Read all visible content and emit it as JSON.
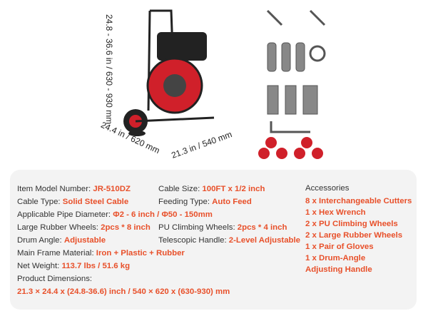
{
  "dimensions": {
    "height": "24.8 - 36.6 in / 630 - 930 mm",
    "depth": "24.4 in / 620 mm",
    "width": "21.3 in / 540 mm"
  },
  "specs": {
    "model_label": "Item Model Number:",
    "model": "JR-510DZ",
    "cable_size_label": "Cable Size:",
    "cable_size": "100FT x 1/2 inch",
    "cable_type_label": "Cable Type:",
    "cable_type": "Solid Steel Cable",
    "feeding_label": "Feeding Type:",
    "feeding": "Auto Feed",
    "pipe_label": "Applicable Pipe Diameter:",
    "pipe": "Φ2 - 6 inch / Φ50 - 150mm",
    "rubber_label": "Large Rubber Wheels:",
    "rubber": "2pcs * 8 inch",
    "pu_label": "PU Climbing Wheels:",
    "pu": "2pcs * 4 inch",
    "drum_label": "Drum Angle:",
    "drum": "Adjustable",
    "handle_label": "Telescopic Handle:",
    "handle": "2-Level Adjustable",
    "frame_label": "Main Frame Material:",
    "frame": "Iron + Plastic + Rubber",
    "weight_label": "Net Weight:",
    "weight": "113.7 lbs / 51.6 kg",
    "dims_label": "Product Dimensions:",
    "dims": "21.3 × 24.4 x (24.8-36.6) inch / 540 × 620 x (630-930) mm"
  },
  "accessories": {
    "title": "Accessories",
    "items": [
      "8 x Interchangeable Cutters",
      "1 x Hex Wrench",
      "2 x PU Climbing Wheels",
      "2 x Large Rubber Wheels",
      "1 x Pair of Gloves",
      "1 x Drum-Angle",
      "Adjusting Handle"
    ]
  },
  "colors": {
    "accent": "#e8502a",
    "drum": "#d0202a"
  }
}
